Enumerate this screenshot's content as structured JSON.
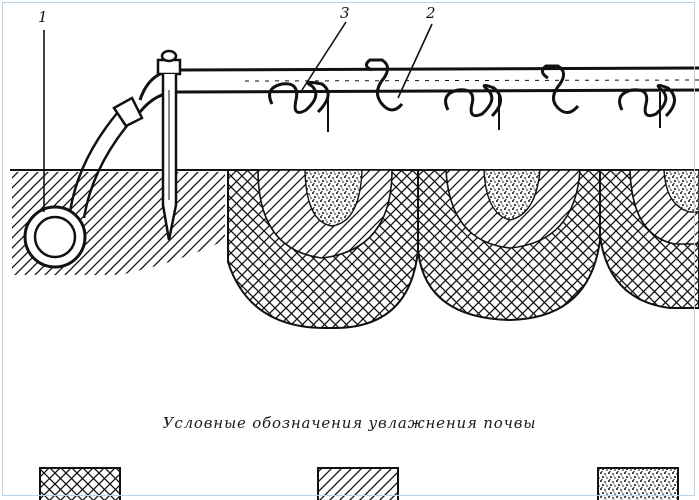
{
  "callouts": {
    "one": "1",
    "two": "2",
    "three": "3"
  },
  "legend": {
    "title": "Условные обозначения увлажнения почвы"
  },
  "colors": {
    "ink": "#111111",
    "frame": "#b9d3ea",
    "background": "#ffffff"
  }
}
